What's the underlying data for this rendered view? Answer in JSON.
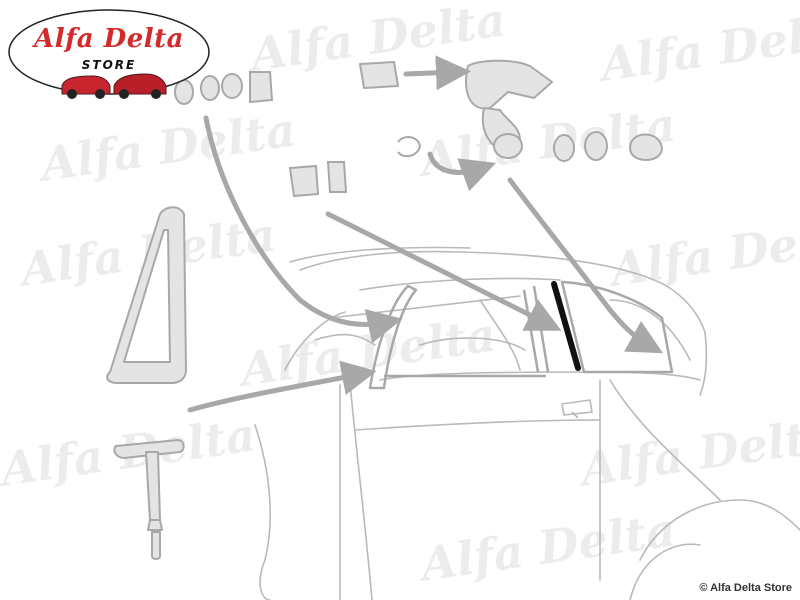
{
  "logo": {
    "title": "Alfa Delta",
    "subtitle": "STORE"
  },
  "watermark": {
    "text": "Alfa Delta"
  },
  "copyright": "© Alfa Delta Store",
  "colors": {
    "diagram_line": "#b9b9b9",
    "part_fill": "#e4e4e4",
    "arrow": "#a8a8a8",
    "highlight_seal": "#111111",
    "logo_red": "#d42a2a",
    "car_red": "#c9252e"
  },
  "parts": [
    "quarter-window-frame",
    "window-crank-handle",
    "window-regulator-bracket",
    "door-seal-strip"
  ]
}
